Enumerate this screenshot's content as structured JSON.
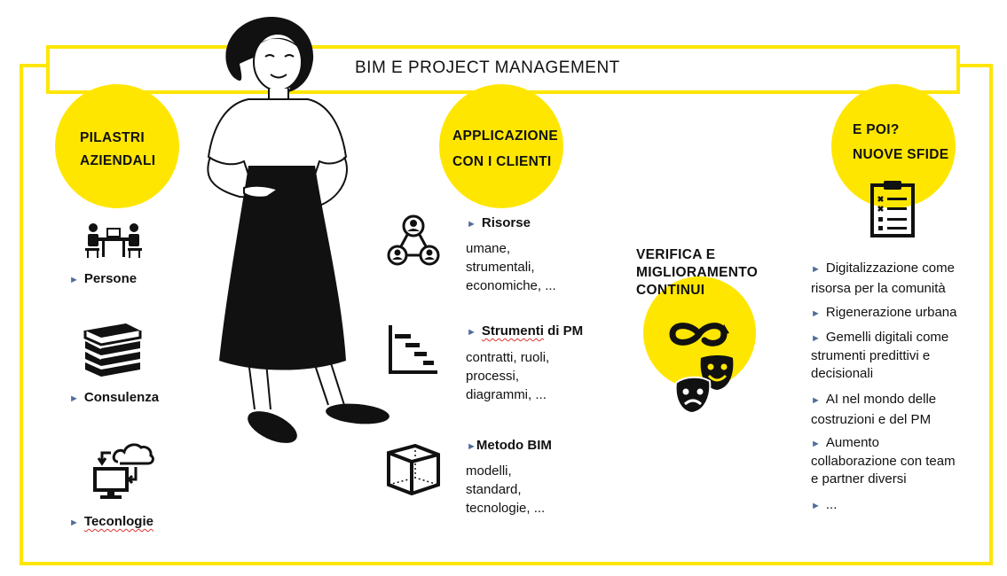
{
  "title": "BIM E PROJECT MANAGEMENT",
  "colors": {
    "accent": "#ffe600",
    "bullet": "#4f6d9a"
  },
  "left": {
    "circle_line1": "PILASTRI",
    "circle_line2": "AZIENDALI",
    "items": [
      {
        "icon": "meeting-icon",
        "label": "Persone"
      },
      {
        "icon": "books-icon",
        "label": "Consulenza"
      },
      {
        "icon": "cloud-computer-icon",
        "label": "Teconlogie"
      }
    ]
  },
  "middle": {
    "circle_line1": "APPLICAZIONE",
    "circle_line2": "CON I CLIENTI",
    "items": [
      {
        "icon": "network-people-icon",
        "label": "Risorse",
        "lines": [
          "umane,",
          "strumentali,",
          "economiche, ..."
        ]
      },
      {
        "icon": "gantt-chart-icon",
        "label_main": "Strumenti",
        "label_rest": " di PM",
        "lines": [
          "contratti, ruoli,",
          "processi,",
          "diagrammi, ..."
        ]
      },
      {
        "icon": "cube-icon",
        "label": "Metodo BIM",
        "lines": [
          "modelli,",
          "standard,",
          "tecnologie, ..."
        ]
      }
    ]
  },
  "verify": {
    "line1": "VERIFICA E",
    "line2": "MIGLIORAMENTO",
    "line3": "CONTINUI",
    "icons": [
      "infinity-icon",
      "theater-masks-icon"
    ]
  },
  "right": {
    "circle_line1": "E POI?",
    "circle_line2": "NUOVE SFIDE",
    "icon": "checklist-icon",
    "items": [
      {
        "l1": "Digitalizzazione come",
        "l2": "risorsa per la comunità"
      },
      {
        "l1": "Rigenerazione urbana"
      },
      {
        "l1": "Gemelli digitali come",
        "l2": "strumenti predittivi e",
        "l3": "decisionali"
      },
      {
        "l1": "AI nel mondo delle",
        "l2": "costruzioni e del PM"
      },
      {
        "l1": "Aumento",
        "l2": "collaborazione con team",
        "l3": "e partner diversi"
      },
      {
        "l1": "..."
      }
    ]
  }
}
